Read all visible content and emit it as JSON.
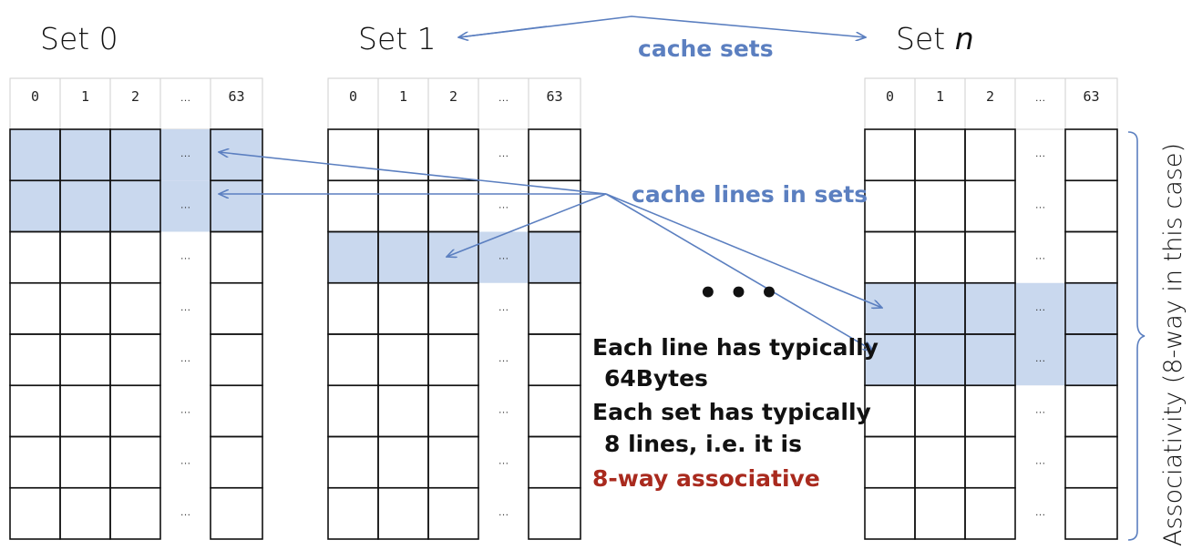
{
  "sets": [
    {
      "title_main": "Set 0",
      "title_var": "",
      "highlight_rows": [
        0,
        1
      ]
    },
    {
      "title_main": "Set 1",
      "title_var": "",
      "highlight_rows": [
        2
      ]
    },
    {
      "title_main": "Set ",
      "title_var": "n",
      "highlight_rows": [
        3,
        4
      ]
    }
  ],
  "column_labels": [
    "0",
    "1",
    "2",
    "…",
    "63"
  ],
  "ellipsis": "…",
  "row_count": 8,
  "labels": {
    "cache_sets": "cache sets",
    "cache_lines": "cache lines in sets",
    "more_sets": "• • •",
    "note_line1": "Each line has typically",
    "note_line2": "64Bytes",
    "note_line3": "Each set has typically",
    "note_line4": "8 lines, i.e. it is",
    "note_line5": "8-way associative",
    "associativity": "Associativity (8-way in this case)"
  },
  "colors": {
    "highlight": "#c9d8ee",
    "arrow": "#5b7fc0",
    "grid": "#111111",
    "header_border": "#cfcfcf",
    "red": "#a92a1e"
  }
}
